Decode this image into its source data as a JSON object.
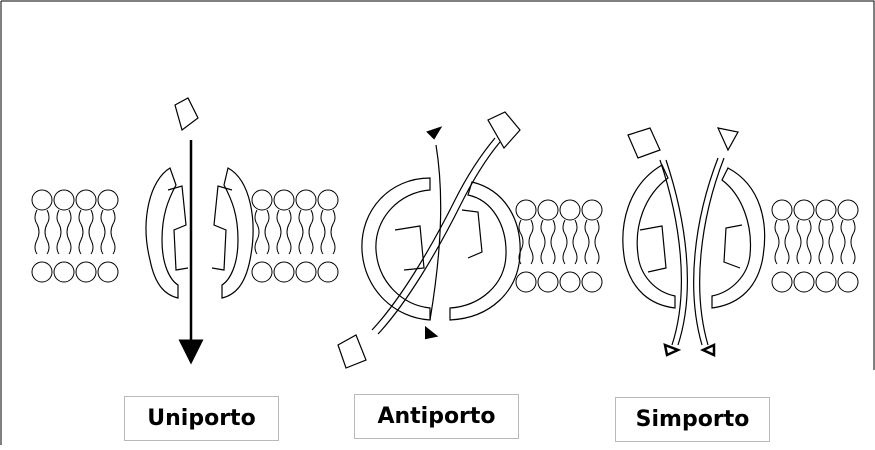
{
  "labels": {
    "uniporto": "Uniporto",
    "antiporto": "Antiporto",
    "simporto": "Simporto"
  },
  "colors": {
    "outline": "#000000",
    "frame": "#000000",
    "label_border": "#b9b9b9",
    "arrow": "#000000"
  },
  "icons": {
    "lipid": "phospholipid-icon",
    "protein": "transport-protein-icon",
    "solute": "solute-molecule-icon",
    "arrow": "arrow-icon"
  }
}
